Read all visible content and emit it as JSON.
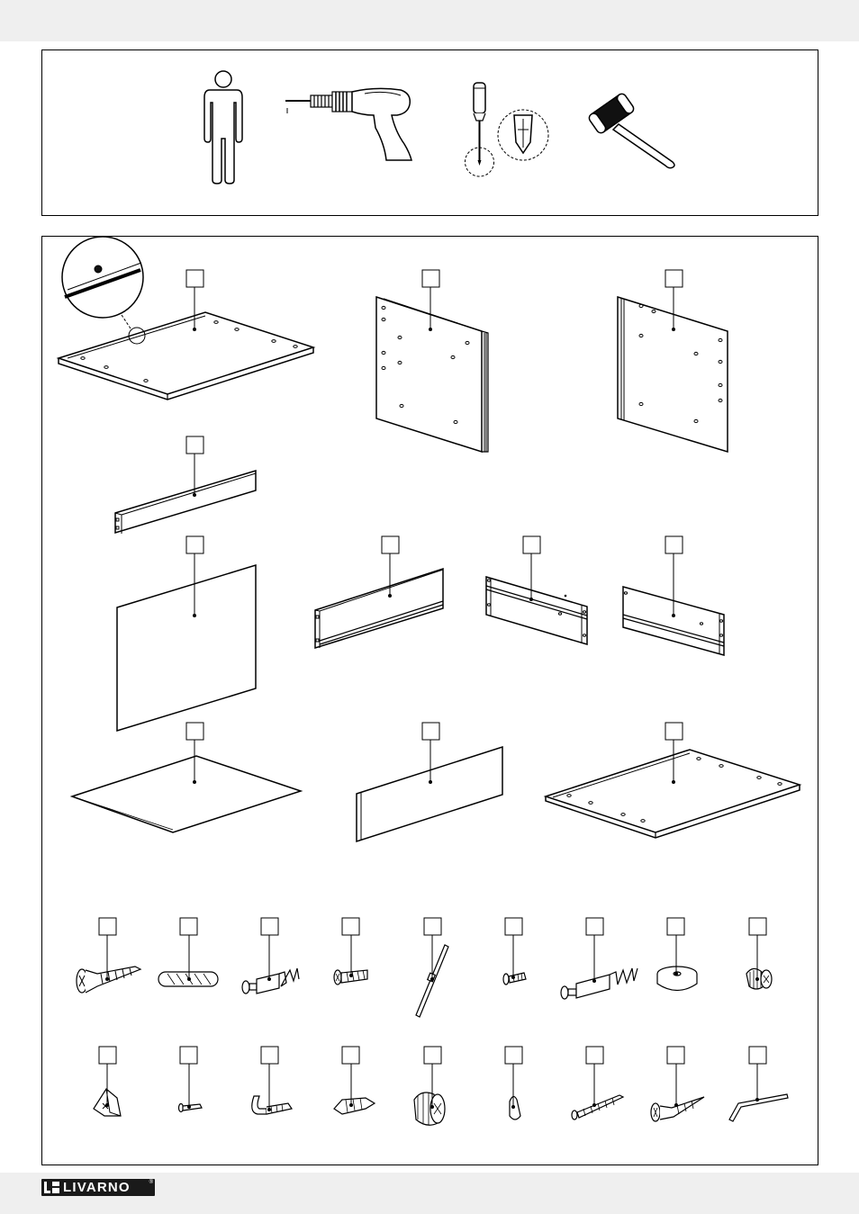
{
  "brand": {
    "logo_text": "LIVARNO",
    "logo_mark": "®"
  },
  "tools": [
    {
      "name": "person-icon"
    },
    {
      "name": "power-drill-icon"
    },
    {
      "name": "phillips-screwdriver-icon"
    },
    {
      "name": "rubber-mallet-icon"
    }
  ],
  "panels": [
    {
      "name": "top-board"
    },
    {
      "name": "left-side-panel"
    },
    {
      "name": "right-side-panel"
    },
    {
      "name": "small-rail"
    },
    {
      "name": "back-panel"
    },
    {
      "name": "drawer-front-rail"
    },
    {
      "name": "drawer-side-rail"
    },
    {
      "name": "drawer-back-rail"
    },
    {
      "name": "drawer-bottom-board"
    },
    {
      "name": "drawer-front-panel"
    },
    {
      "name": "bottom-board"
    }
  ],
  "hardware_row_1": [
    {
      "name": "countersunk-screw"
    },
    {
      "name": "wooden-dowel"
    },
    {
      "name": "cam-bolt"
    },
    {
      "name": "short-screw"
    },
    {
      "name": "drawer-runner-pin"
    },
    {
      "name": "small-screw"
    },
    {
      "name": "long-cam-bolt"
    },
    {
      "name": "furniture-glide"
    },
    {
      "name": "cam-lock-nut"
    }
  ],
  "hardware_row_2": [
    {
      "name": "corner-bracket"
    },
    {
      "name": "tiny-screw"
    },
    {
      "name": "l-hook-screw"
    },
    {
      "name": "wall-anchor"
    },
    {
      "name": "large-cam-lock"
    },
    {
      "name": "cover-cap"
    },
    {
      "name": "long-wall-screw"
    },
    {
      "name": "wood-screw"
    },
    {
      "name": "allen-key"
    }
  ],
  "colors": {
    "line": "#000000",
    "band": "#efefef",
    "logo_bg": "#1a1a1a"
  }
}
